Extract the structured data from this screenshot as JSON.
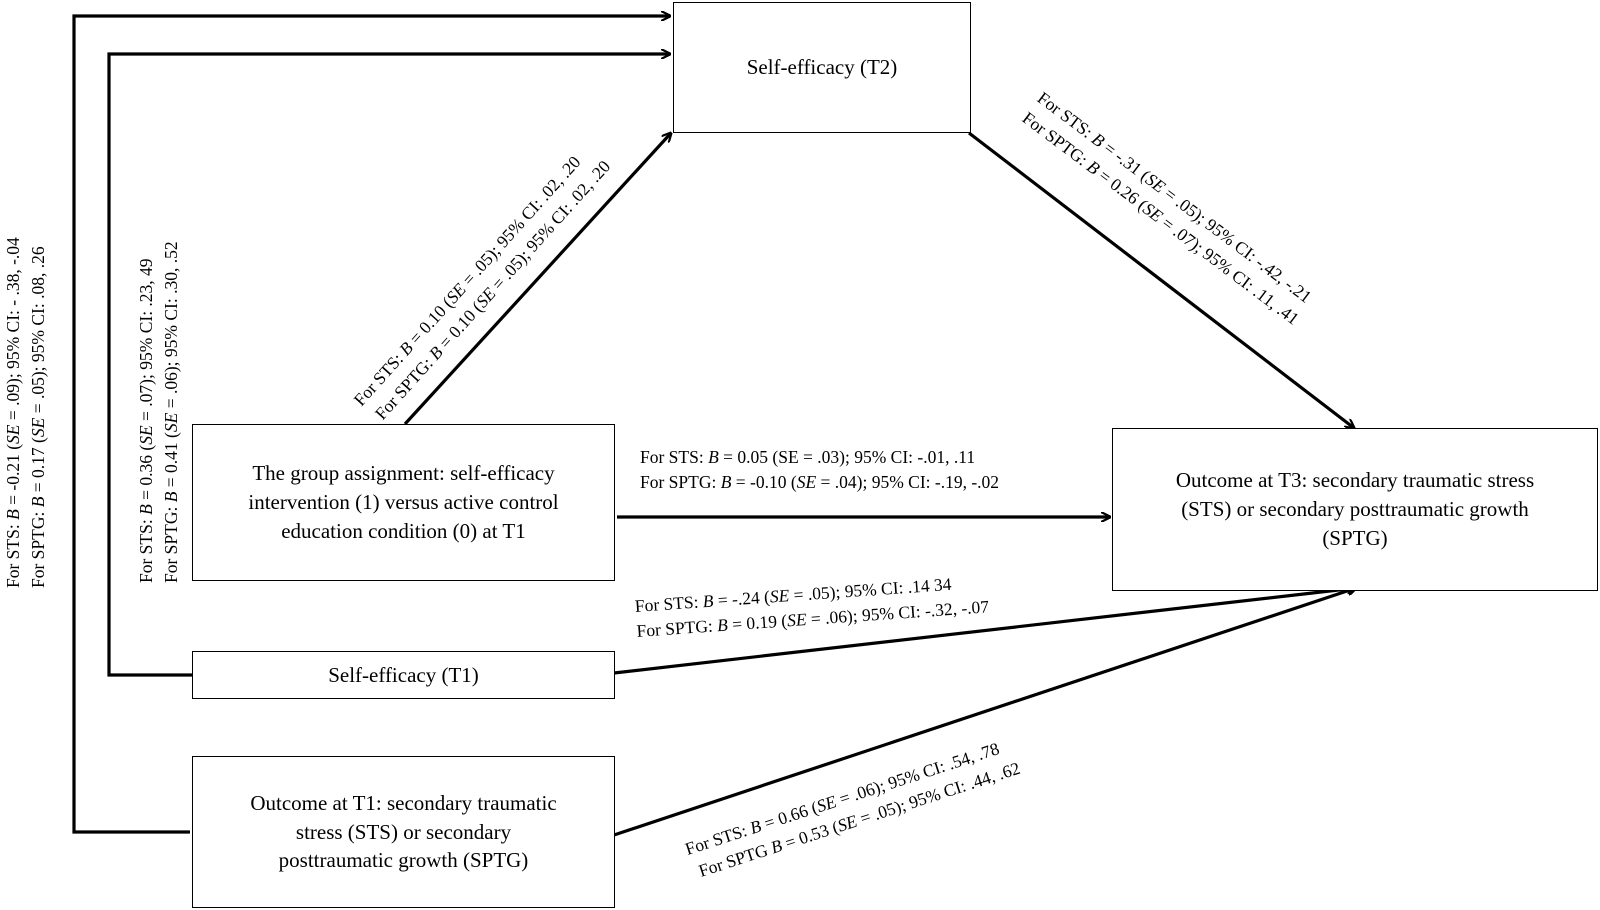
{
  "nodes": {
    "self_efficacy_t2": "Self-efficacy  (T2)",
    "group_assignment": [
      "The group assignment:  self-efficacy",
      "intervention  (1) versus active control",
      "education condition (0)  at T1"
    ],
    "outcome_t3": [
      "Outcome at T3: secondary traumatic  stress",
      "(STS) or secondary posttraumatic  growth",
      "(SPTG)"
    ],
    "self_efficacy_t1": "Self-efficacy  (T1)",
    "outcome_t1": [
      "Outcome at T1: secondary traumatic",
      "stress (STS) or secondary",
      "posttraumatic growth (SPTG)"
    ]
  },
  "paths": {
    "group_to_se2": {
      "sts": {
        "pre": "For STS: ",
        "b": "B",
        "mid1": " = 0.10 (",
        "se": "SE",
        "mid2": " = .05); 95% CI: .02, .20"
      },
      "sptg": {
        "pre": "For SPTG: ",
        "b": "B",
        "mid1": " = 0.10 (",
        "se": "SE",
        "mid2": " = .05); 95% CI: .02, .20"
      }
    },
    "se2_to_t3": {
      "sts": {
        "pre": "For STS: ",
        "b": "B",
        "mid1": " = -.31 (",
        "se": "SE",
        "mid2": " = .05);  95% CI: -.42, -.21"
      },
      "sptg": {
        "pre": "For SPTG: ",
        "b": "B",
        "mid1": " = 0.26 (",
        "se": "SE",
        "mid2": " = .07); 95% CI: .11, .41"
      }
    },
    "group_to_t3": {
      "sts": {
        "pre": "For STS:  ",
        "b": "B",
        "mid1": " =  0.05 (SE = .03);  95% CI: -.01, .11"
      },
      "sptg": {
        "pre": "For SPTG:  ",
        "b": "B",
        "mid1": " = -0.10 (",
        "se": "SE",
        "mid2": " = .04); 95% CI:  -.19, -.02"
      }
    },
    "se1_to_t3": {
      "sts": {
        "pre": "For STS:  ",
        "b": "B",
        "mid1": " = -.24 (",
        "se": "SE",
        "mid2": " = .05);   95% CI: .14 34"
      },
      "sptg": {
        "pre": "For SPTG:  ",
        "b": "B",
        "mid1": " = 0.19 (",
        "se": "SE",
        "mid2": " = .06); 95% CI: -.32, -.07"
      }
    },
    "t1_to_t3": {
      "sts": {
        "pre": "For STS:  ",
        "b": "B",
        "mid1": " = 0.66 (",
        "se": "SE",
        "mid2": " = .06);  95% CI: .54, .78"
      },
      "sptg": {
        "pre": "For SPTG ",
        "b": "B",
        "mid1": " = 0.53 (",
        "se": "SE",
        "mid2": " = .05); 95% CI: .44, .62"
      }
    },
    "se1_to_se2": {
      "sts": {
        "pre": "For STS: ",
        "b": "B",
        "mid1": " = 0.36 (",
        "se": "SE",
        "mid2": " = .07); 95% CI:  .23, 49"
      },
      "sptg": {
        "pre": "For SPTG: ",
        "b": "B",
        "mid1": " = 0.41 (",
        "se": "SE",
        "mid2": " = .06); 95% CI: .30, .52"
      }
    },
    "t1_to_se2": {
      "sts": {
        "pre": "For STS: ",
        "b": "B",
        "mid1": " = -0.21 (",
        "se": "SE",
        "mid2": " = .09); 95% CI: - .38, -.04"
      },
      "sptg": {
        "pre": "For SPTG: ",
        "b": "B",
        "mid1": " = 0.17 (",
        "se": "SE",
        "mid2": " = .05); 95% CI: .08, .26"
      }
    }
  }
}
